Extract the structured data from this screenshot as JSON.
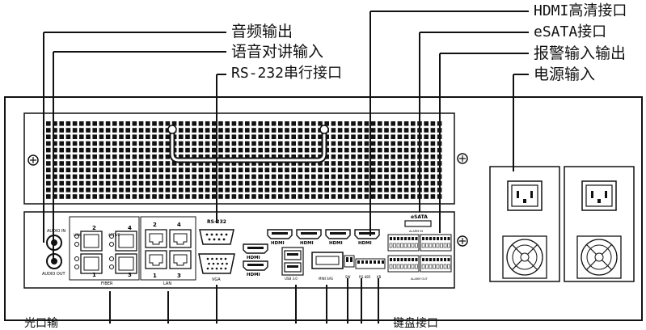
{
  "callouts": {
    "audio_out": "音频输出",
    "audio_in": "语音对讲输入",
    "rs232": "RS-232串行接口",
    "hdmi": "HDMI高清接口",
    "esata": "eSATA接口",
    "alarm": "报警输入输出",
    "power": "电源输入"
  },
  "panel_labels": {
    "audio_in": "AUDIO IN",
    "audio_out": "AUDIO OUT",
    "fiber": "FIBER",
    "lan": "LAN",
    "rs232": "RS-232",
    "vga": "VGA",
    "hdmi": "HDMI",
    "usb": "USB 3.0",
    "mini_sas": "MINI SAS",
    "sw": "SW",
    "rs485": "RS-485",
    "kb": "KB",
    "esata": "eSATA",
    "alarm_in": "ALARM IN",
    "alarm_out": "ALARM OUT",
    "link": "LINK",
    "active": "ACTIVE"
  },
  "port_numbers": {
    "fiber": [
      "2",
      "4",
      "1",
      "3"
    ],
    "lan": [
      "2",
      "4",
      "1",
      "3"
    ]
  },
  "bottom_partial_text": {
    "left": "光口输",
    "right": "键盘接口"
  },
  "colors": {
    "line": "#111111",
    "chassis_fill": "#ffffff",
    "grid_fill": "#ffffff"
  }
}
